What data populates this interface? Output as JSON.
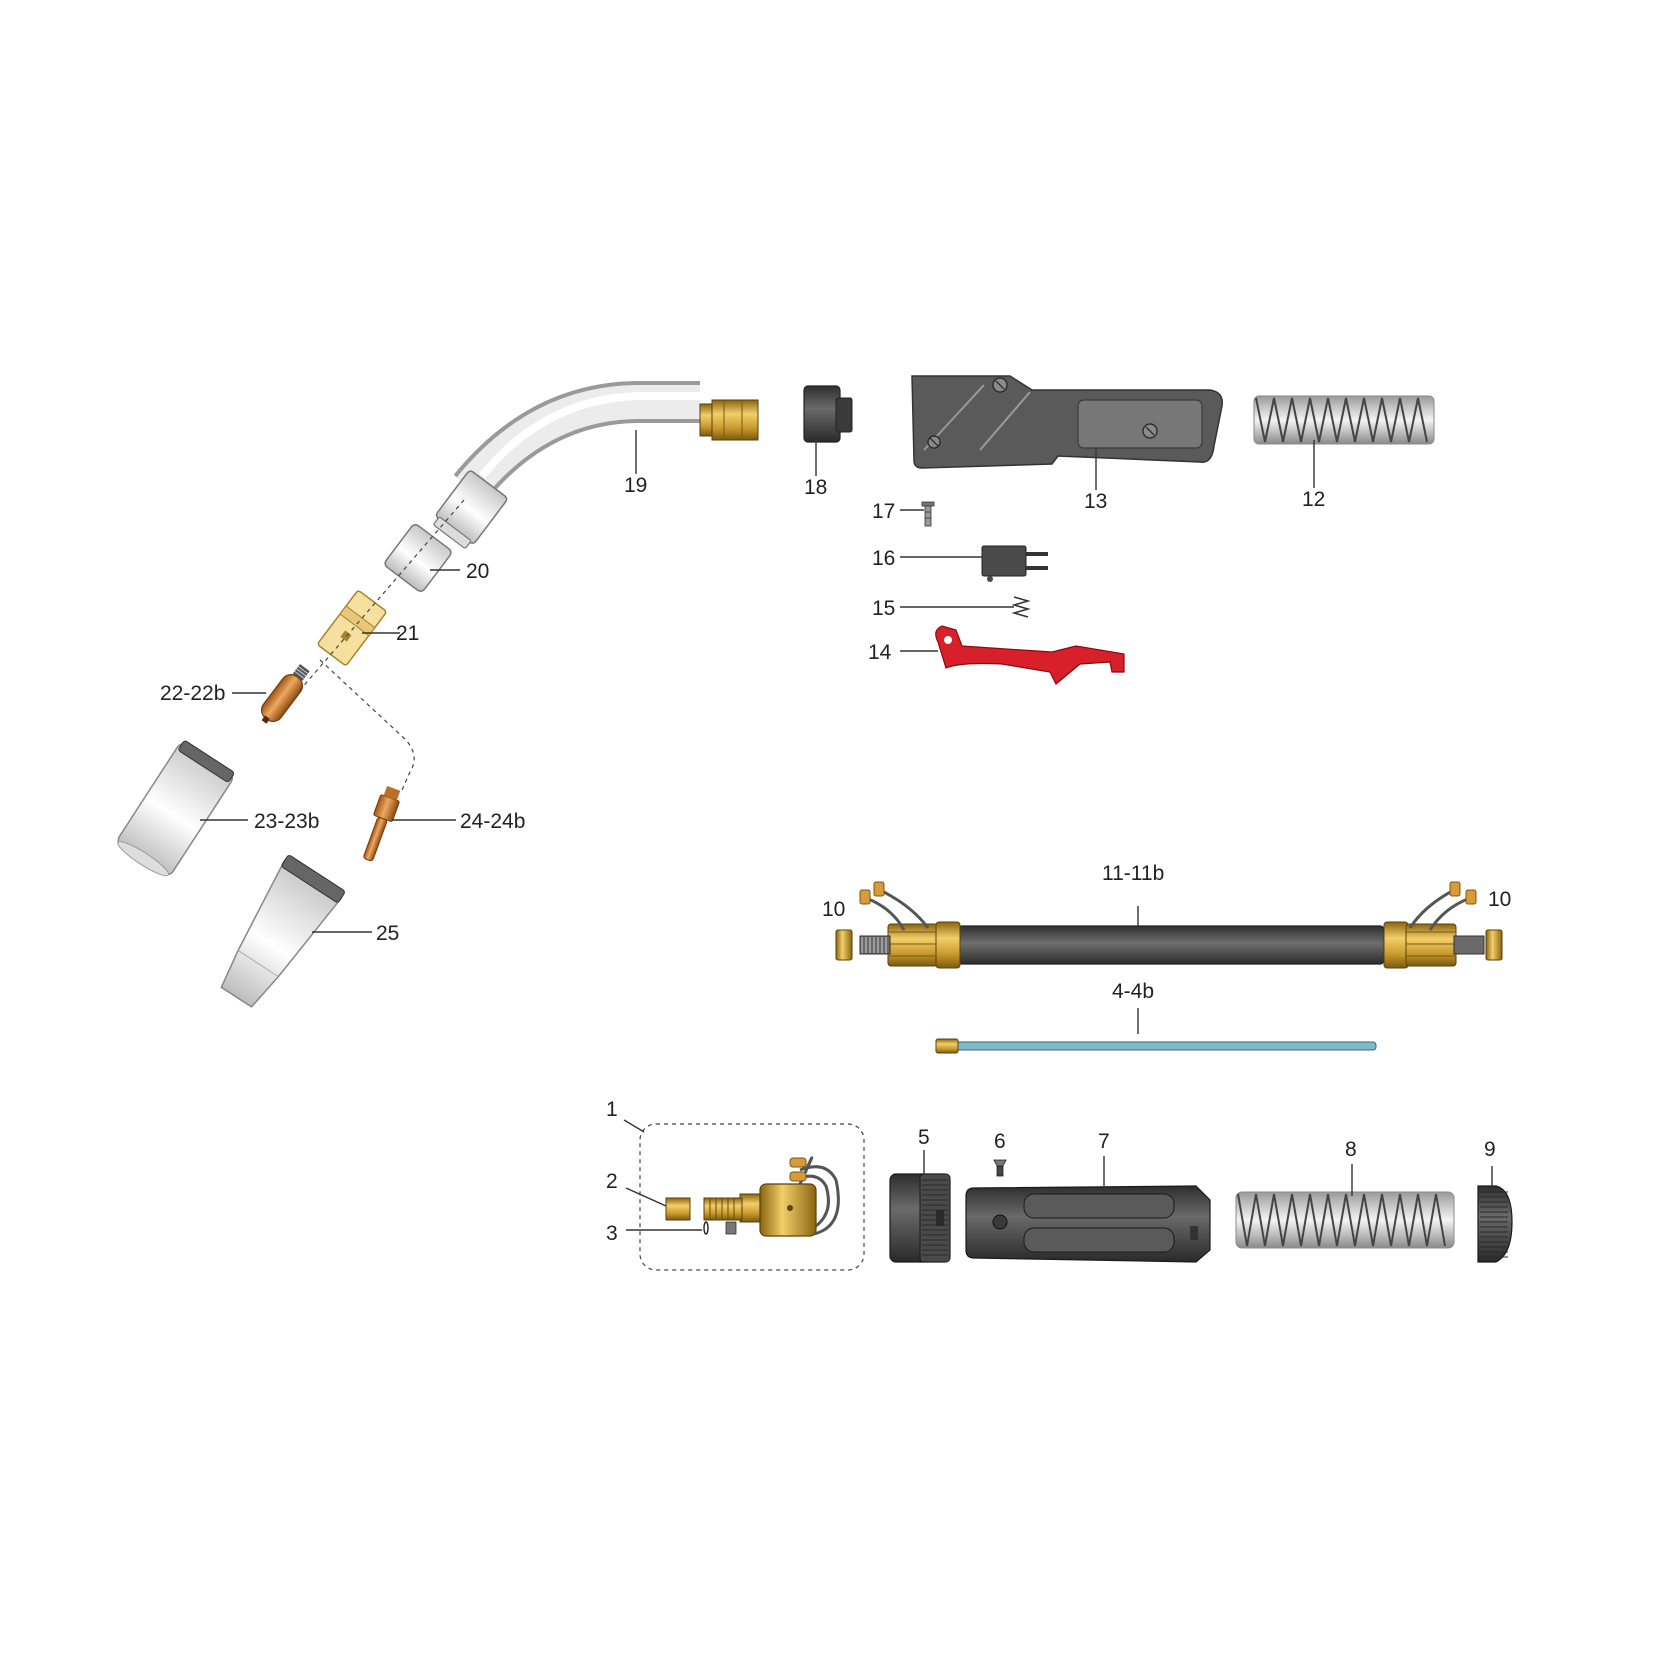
{
  "labels": {
    "p1": "1",
    "p2": "2",
    "p3": "3",
    "p4": "4-4b",
    "p5": "5",
    "p6": "6",
    "p7": "7",
    "p8": "8",
    "p9": "9",
    "p10a": "10",
    "p10b": "10",
    "p11": "11-11b",
    "p12": "12",
    "p13": "13",
    "p14": "14",
    "p15": "15",
    "p16": "16",
    "p17": "17",
    "p18": "18",
    "p19": "19",
    "p20": "20",
    "p21": "21",
    "p22": "22-22b",
    "p23": "23-23b",
    "p24": "24-24b",
    "p25": "25"
  },
  "colors": {
    "brass": "#c99a2e",
    "trigger_red": "#d8202a",
    "handle_dark": "#555555",
    "cable_dark": "#4a4a4a",
    "liner_blue": "#7fb8c8",
    "nozzle_white": "#f2f2f2",
    "copper": "#d98a3a"
  }
}
